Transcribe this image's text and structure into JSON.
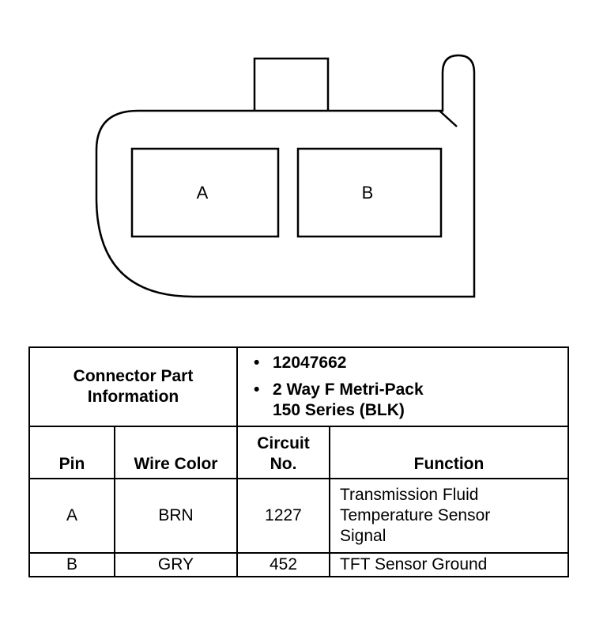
{
  "diagram": {
    "cavity_a_label": "A",
    "cavity_b_label": "B"
  },
  "table": {
    "part_info_label_line1": "Connector Part",
    "part_info_label_line2": "Information",
    "part_info_items": [
      "12047662",
      "2 Way F Metri-Pack",
      "150 Series (BLK)"
    ],
    "headers": {
      "pin": "Pin",
      "wire_color": "Wire Color",
      "circuit_line1": "Circuit",
      "circuit_line2": "No.",
      "function": "Function"
    },
    "rows": [
      {
        "pin": "A",
        "wire_color": "BRN",
        "circuit": "1227",
        "function_lines": [
          "Transmission Fluid",
          "Temperature Sensor",
          "Signal"
        ]
      },
      {
        "pin": "B",
        "wire_color": "GRY",
        "circuit": "452",
        "function_lines": [
          "TFT Sensor Ground"
        ]
      }
    ]
  }
}
